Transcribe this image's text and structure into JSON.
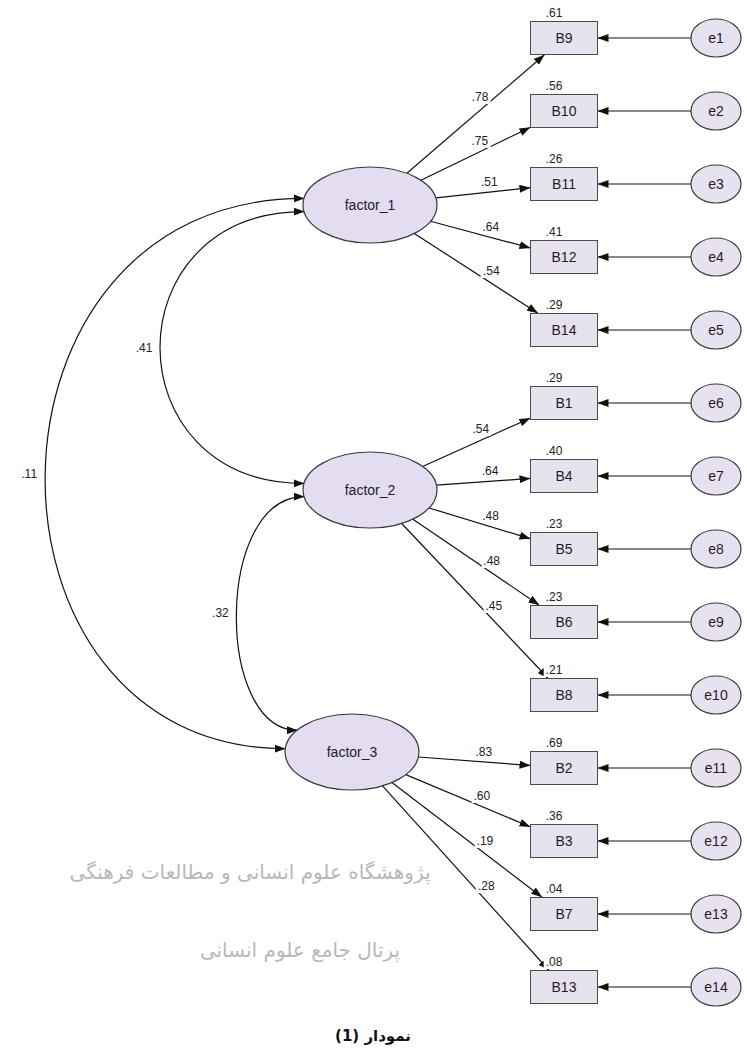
{
  "diagram": {
    "caption": "نمودار (1)",
    "nodes": [
      {
        "text": [
          "factor_1"
        ]
      },
      {
        "text": [
          "factor_2"
        ]
      },
      {
        "text": [
          "factor_3"
        ]
      },
      {
        "text": [
          "B9"
        ]
      },
      {
        "text": [
          "B10"
        ]
      },
      {
        "text": [
          "B11"
        ]
      },
      {
        "text": [
          "B12"
        ]
      },
      {
        "text": [
          "B14"
        ]
      },
      {
        "text": [
          "B1"
        ]
      },
      {
        "text": [
          "B4"
        ]
      },
      {
        "text": [
          "B5"
        ]
      },
      {
        "text": [
          "B6"
        ]
      },
      {
        "text": [
          "B8"
        ]
      },
      {
        "text": [
          "B2"
        ]
      },
      {
        "text": [
          "B3"
        ]
      },
      {
        "text": [
          "B7"
        ]
      },
      {
        "text": [
          "B13"
        ]
      },
      {
        "text": [
          "e1"
        ]
      },
      {
        "text": [
          "e2"
        ]
      },
      {
        "text": [
          "e3"
        ]
      },
      {
        "text": [
          "e4"
        ]
      },
      {
        "text": [
          "e5"
        ]
      },
      {
        "text": [
          "e6"
        ]
      },
      {
        "text": [
          "e7"
        ]
      },
      {
        "text": [
          "e8"
        ]
      },
      {
        "text": [
          "e9"
        ]
      },
      {
        "text": [
          "e10"
        ]
      },
      {
        "text": [
          "e11"
        ]
      },
      {
        "text": [
          "e12"
        ]
      },
      {
        "text": [
          "e13"
        ]
      },
      {
        "text": [
          "e14"
        ]
      }
    ],
    "edges": [
      {
        "from": 0,
        "to": 3,
        "label": ".78",
        "arrow": "to"
      },
      {
        "from": 0,
        "to": 4,
        "label": ".75",
        "arrow": "to"
      },
      {
        "from": 0,
        "to": 5,
        "label": ".51",
        "arrow": "to"
      },
      {
        "from": 0,
        "to": 6,
        "label": ".64",
        "arrow": "to"
      },
      {
        "from": 0,
        "to": 7,
        "label": ".54",
        "arrow": "to"
      },
      {
        "from": 1,
        "to": 8,
        "label": ".54",
        "arrow": "to"
      },
      {
        "from": 1,
        "to": 9,
        "label": ".64",
        "arrow": "to"
      },
      {
        "from": 1,
        "to": 10,
        "label": ".48",
        "arrow": "to"
      },
      {
        "from": 1,
        "to": 11,
        "label": ".48",
        "arrow": "to"
      },
      {
        "from": 1,
        "to": 12,
        "label": ".45",
        "arrow": "to"
      },
      {
        "from": 2,
        "to": 13,
        "label": ".83",
        "arrow": "to"
      },
      {
        "from": 2,
        "to": 14,
        "label": ".60",
        "arrow": "to"
      },
      {
        "from": 2,
        "to": 15,
        "label": ".19",
        "arrow": "to"
      },
      {
        "from": 2,
        "to": 16,
        "label": ".28",
        "arrow": "to"
      },
      {
        "from": 17,
        "to": 3,
        "arrow": "to"
      },
      {
        "from": 18,
        "to": 4,
        "arrow": "to"
      },
      {
        "from": 19,
        "to": 5,
        "arrow": "to"
      },
      {
        "from": 20,
        "to": 6,
        "arrow": "to"
      },
      {
        "from": 21,
        "to": 7,
        "arrow": "to"
      },
      {
        "from": 22,
        "to": 8,
        "arrow": "to"
      },
      {
        "from": 23,
        "to": 9,
        "arrow": "to"
      },
      {
        "from": 24,
        "to": 10,
        "arrow": "to"
      },
      {
        "from": 25,
        "to": 11,
        "arrow": "to"
      },
      {
        "from": 26,
        "to": 12,
        "arrow": "to"
      },
      {
        "from": 27,
        "to": 13,
        "arrow": "to"
      },
      {
        "from": 28,
        "to": 14,
        "arrow": "to"
      },
      {
        "from": 29,
        "to": 15,
        "arrow": "to"
      },
      {
        "from": 30,
        "to": 16,
        "arrow": "to"
      },
      {
        "from": 0,
        "to": 1,
        "label": ".41",
        "arrow": "both"
      },
      {
        "from": 1,
        "to": 2,
        "label": ".32",
        "arrow": "both"
      },
      {
        "from": 0,
        "to": 2,
        "label": ".11",
        "arrow": "both"
      }
    ],
    "labels": [
      ".61",
      ".56",
      ".26",
      ".41",
      ".29",
      ".29",
      ".40",
      ".23",
      ".23",
      ".21",
      ".69",
      ".36",
      ".04",
      ".08",
      "پژوهشگاه علوم انسانی و مطالعات فرهنگی",
      "پرتال جامع علوم انسانی"
    ]
  }
}
